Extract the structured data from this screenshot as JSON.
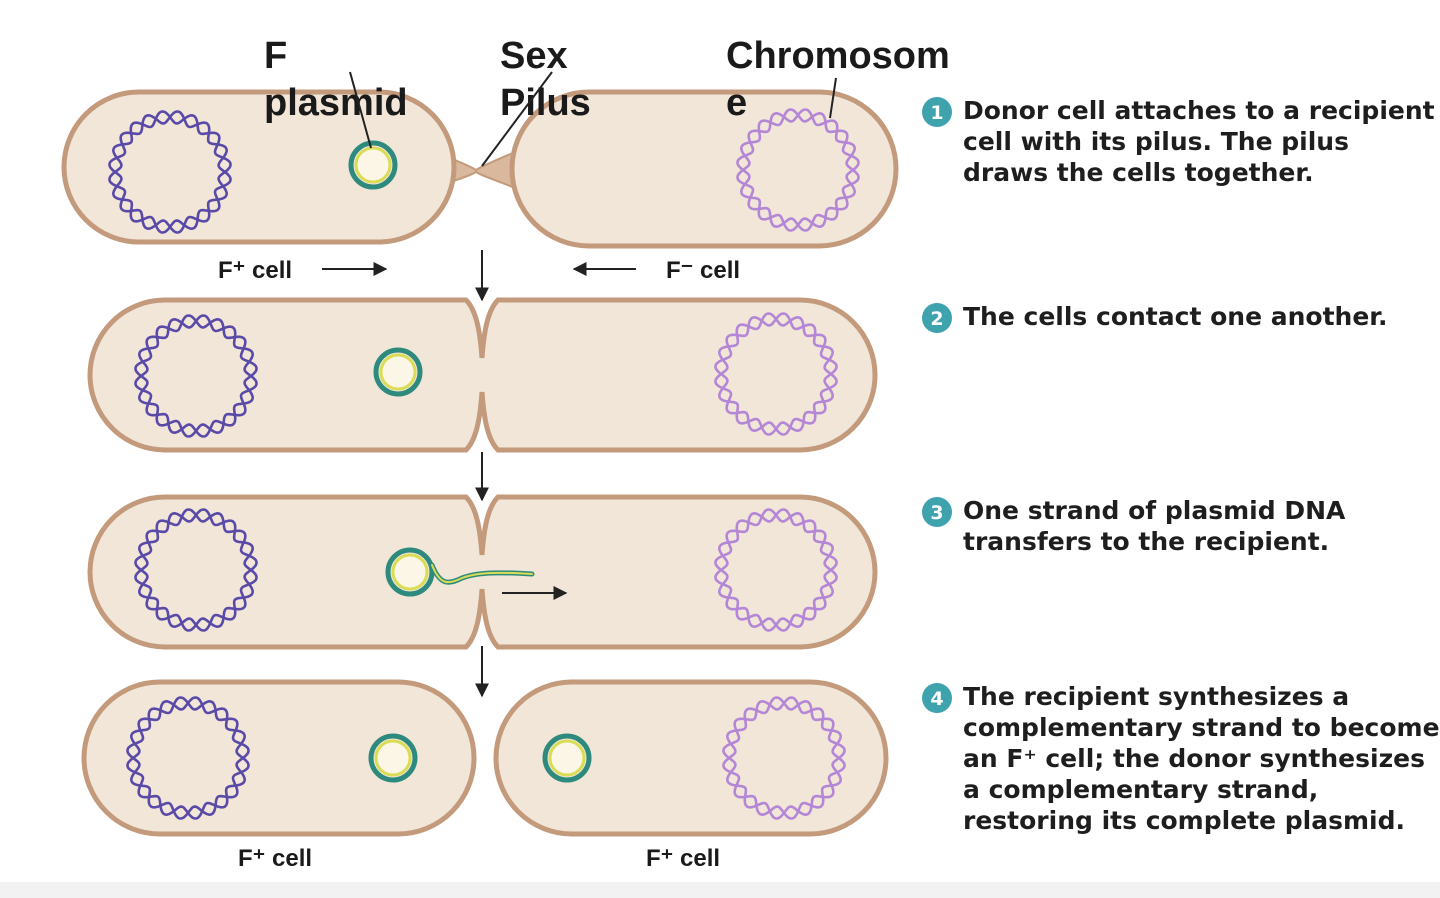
{
  "labels": {
    "f_plasmid_line1": "F",
    "f_plasmid_line2": "plasmid",
    "sex_pilus_line1": "Sex",
    "sex_pilus_line2": "Pilus",
    "chromosome_line1": "Chromosom",
    "chromosome_line2": "e"
  },
  "row1": {
    "left": "F⁺ cell",
    "right": "F⁻ cell"
  },
  "row4": {
    "left": "F⁺ cell",
    "right": "F⁺ cell"
  },
  "steps": [
    {
      "num": "1",
      "lines": [
        "Donor cell attaches to a recipient",
        "cell with its pilus. The pilus",
        "draws the cells together."
      ]
    },
    {
      "num": "2",
      "lines": [
        "The cells contact one another."
      ]
    },
    {
      "num": "3",
      "lines": [
        "One strand of plasmid DNA",
        "transfers to the recipient."
      ]
    },
    {
      "num": "4",
      "lines": [
        "The recipient synthesizes a",
        "complementary strand to become",
        "an F⁺ cell; the donor synthesizes",
        "a complementary strand,",
        "restoring its complete plasmid."
      ]
    }
  ],
  "colors": {
    "cell_fill": "#f2e6d9",
    "cell_stroke": "#c39a7c",
    "donor_chromosome": "#5a4aa8",
    "recipient_chromosome": "#b487d6",
    "plasmid_outer": "#2f8a7e",
    "plasmid_inner": "#d9dd55",
    "badge": "#3fa3ae"
  }
}
